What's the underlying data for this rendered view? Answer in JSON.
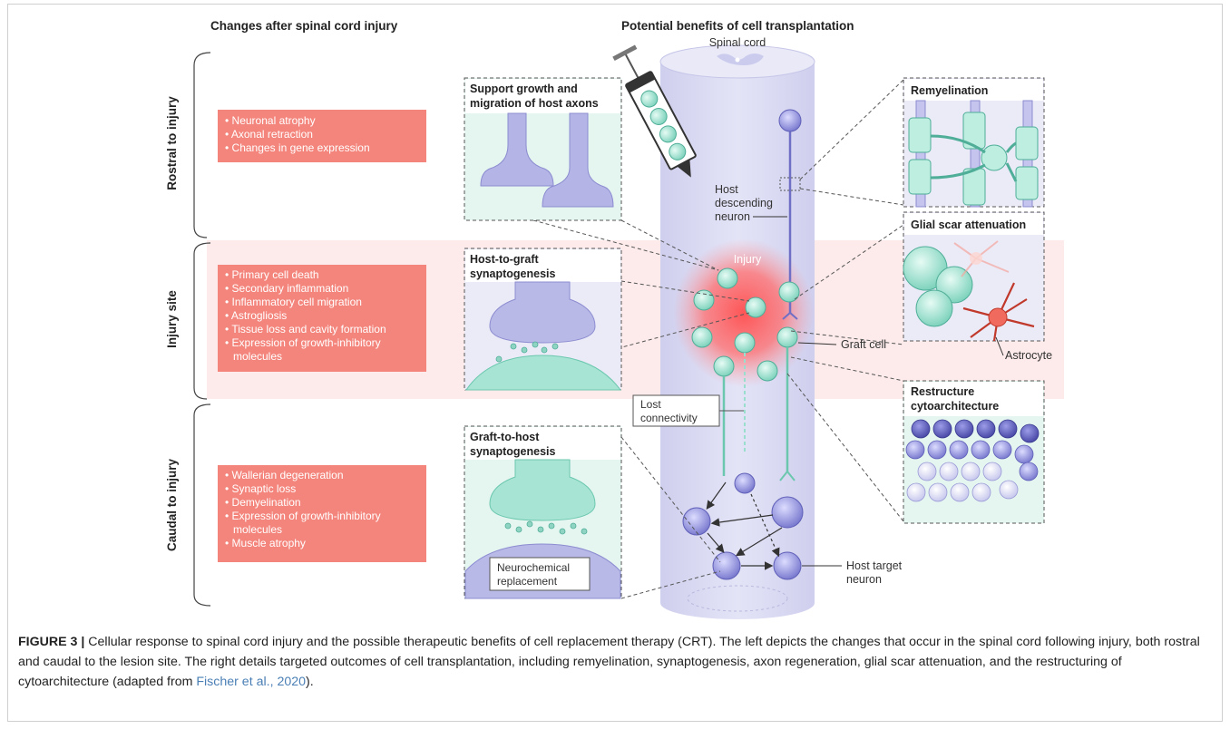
{
  "left_header": "Changes after spinal cord injury",
  "right_header": "Potential benefits of cell transplantation",
  "spinal_cord_label": "Spinal cord",
  "regions": {
    "rostral": "Rostral to injury",
    "injury": "Injury site",
    "caudal": "Caudal to injury"
  },
  "changes": {
    "rostral": [
      "Neuronal atrophy",
      "Axonal retraction",
      "Changes in gene expression"
    ],
    "injury": [
      "Primary cell death",
      "Secondary inflammation",
      "Inflammatory cell migration",
      "Astrogliosis",
      "Tissue loss and cavity formation",
      "Expression of growth-inhibitory",
      "molecules"
    ],
    "caudal": [
      "Wallerian degeneration",
      "Synaptic loss",
      "Demyelination",
      "Expression of growth-inhibitory",
      "molecules",
      "Muscle atrophy"
    ]
  },
  "panels": {
    "support_growth": [
      "Support growth and",
      "migration of host axons"
    ],
    "host_to_graft": [
      "Host-to-graft",
      "synaptogenesis"
    ],
    "graft_to_host": [
      "Graft-to-host",
      "synaptogenesis"
    ],
    "remyelination": "Remyelination",
    "glial_scar": "Glial scar attenuation",
    "restructure": [
      "Restructure",
      "cytoarchitecture"
    ]
  },
  "labels": {
    "injury": "Injury",
    "host_descending": [
      "Host",
      "descending",
      "neuron"
    ],
    "graft_cell": "Graft cell",
    "astrocyte": "Astrocyte",
    "lost_connectivity": [
      "Lost",
      "connectivity"
    ],
    "neurochemical": [
      "Neurochemical",
      "replacement"
    ],
    "host_target": [
      "Host target",
      "neuron"
    ]
  },
  "caption": {
    "label": "FIGURE 3 |",
    "text": " Cellular response to spinal cord injury and the possible therapeutic benefits of cell replacement therapy (CRT). The left depicts the changes that occur in the spinal cord following injury, both rostral and caudal to the lesion site. The right details targeted outcomes of cell transplantation, including remyelination, synaptogenesis, axon regeneration, glial scar attenuation, and the restructuring of cytoarchitecture (adapted from ",
    "link": "Fischer et al., 2020",
    "end": ")."
  },
  "colors": {
    "change_box": "#f4857c",
    "injury_band": "#fdeaea",
    "cord": "#dcdcf2",
    "graft": "#9fe0cf",
    "host": "#8f8fd6",
    "injury_glow": "#ff5a5a"
  }
}
